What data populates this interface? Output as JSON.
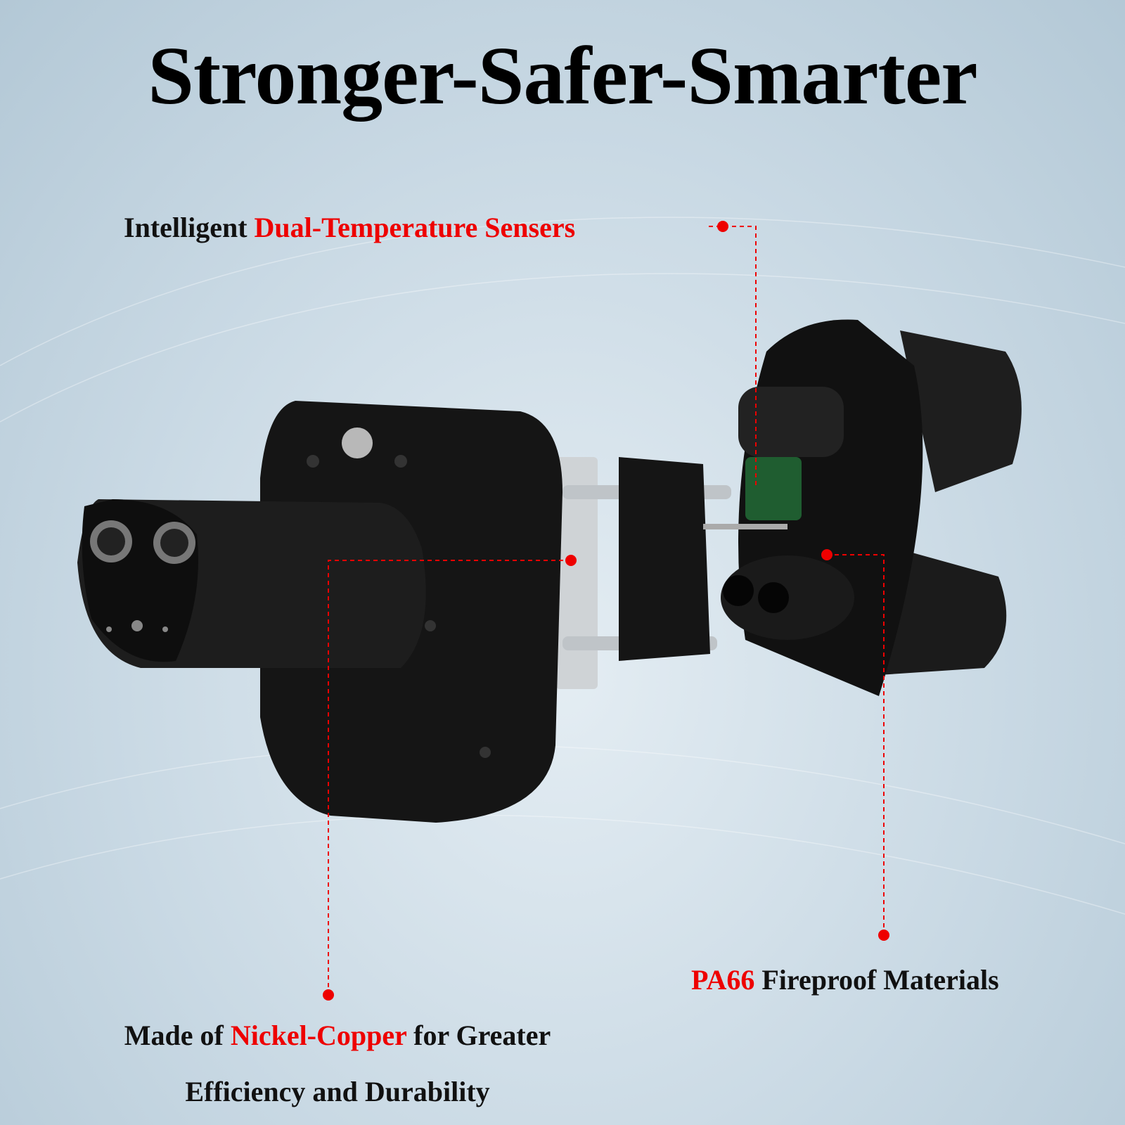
{
  "title": "Stronger-Safer-Smarter",
  "callouts": {
    "sensors": {
      "prefix": "Intelligent ",
      "highlight": "Dual-Temperature Sensers"
    },
    "material": {
      "highlight": "PA66",
      "suffix": " Fireproof Materials"
    },
    "copper": {
      "prefix": "Made of ",
      "highlight": "Nickel-Copper",
      "suffix": " for Greater",
      "line2": "Efficiency and Durability"
    }
  },
  "colors": {
    "accent": "#e00000",
    "text": "#111111",
    "product": "#141414"
  }
}
